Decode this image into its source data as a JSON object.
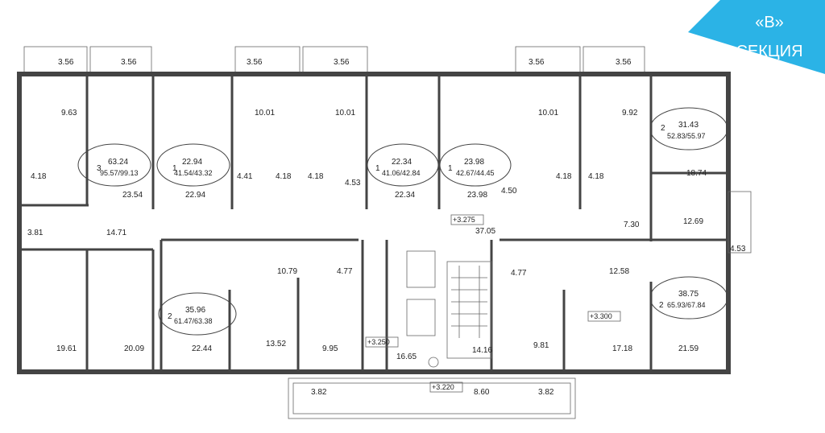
{
  "section_badge": {
    "line1": "«B»",
    "line2": "СЕКЦИЯ",
    "color": "#2bb3e6"
  },
  "balconies": [
    "3.56",
    "3.56",
    "3.56",
    "3.56",
    "3.56",
    "3.56"
  ],
  "bottom_balconies": [
    "3.82",
    "8.60",
    "3.82"
  ],
  "top_rooms": [
    "9.63",
    "10.01",
    "10.01",
    "10.01",
    "9.92",
    "18.74",
    "12.69",
    "4.53",
    "7.30"
  ],
  "bath_areas": [
    "4.18",
    "4.41",
    "4.18",
    "4.18",
    "4.53",
    "4.50",
    "4.18",
    "4.18"
  ],
  "corridor_areas": [
    "23.54",
    "22.94",
    "22.34",
    "23.98",
    "3.81",
    "14.71",
    "37.05"
  ],
  "bottom_rooms": [
    "19.61",
    "20.09",
    "22.44",
    "13.52",
    "9.95",
    "10.79",
    "4.77",
    "16.65",
    "14.16",
    "9.81",
    "4.77",
    "17.18",
    "12.58",
    "21.59"
  ],
  "levels": [
    "+3.275",
    "+3.250",
    "+3.220",
    "+3.300"
  ],
  "apartments": [
    {
      "rooms": "3",
      "living": "63.24",
      "total": "95.57/99.13"
    },
    {
      "rooms": "1",
      "living": "22.94",
      "total": "41.54/43.32"
    },
    {
      "rooms": "1",
      "living": "22.34",
      "total": "41.06/42.84"
    },
    {
      "rooms": "1",
      "living": "23.98",
      "total": "42.67/44.45"
    },
    {
      "rooms": "2",
      "living": "31.43",
      "total": "52.83/55.97"
    },
    {
      "rooms": "2",
      "living": "35.96",
      "total": "61.47/63.38"
    },
    {
      "rooms": "2",
      "living": "38.75",
      "total": "65.93/67.84"
    }
  ]
}
